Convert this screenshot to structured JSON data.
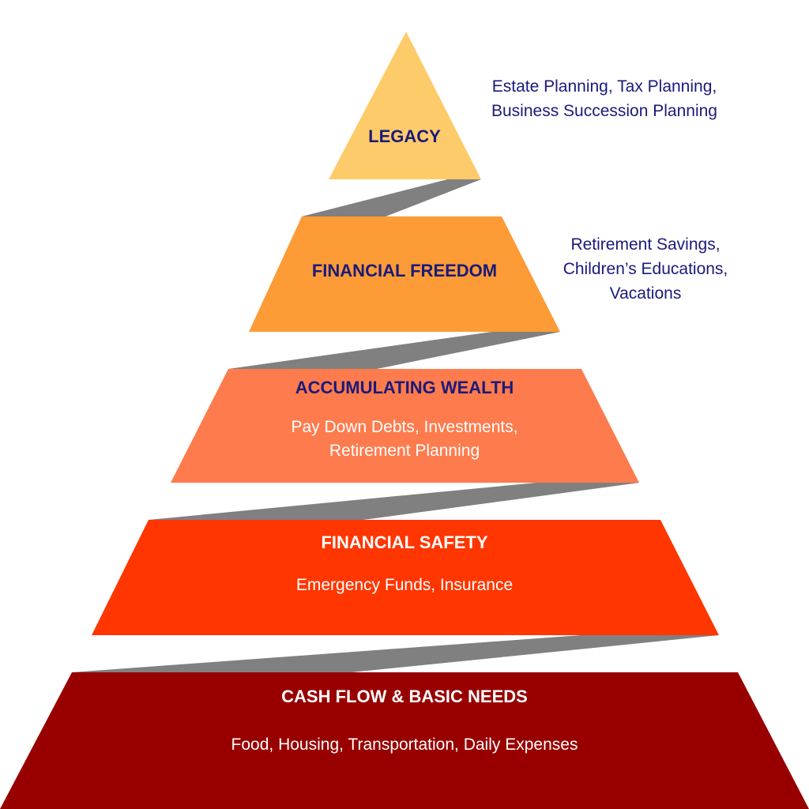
{
  "colors": {
    "connector": "#808080",
    "label_dark": "#1a1a7a",
    "label_light": "#ffffff"
  },
  "tiers": [
    {
      "id": "legacy",
      "title": "LEGACY",
      "description": [],
      "side_note": [
        "Estate Planning, Tax Planning,",
        "Business Succession Planning"
      ],
      "fill": "#fecb6a",
      "text_color": "#1a1a7a"
    },
    {
      "id": "financial-freedom",
      "title": "FINANCIAL FREEDOM",
      "description": [],
      "side_note": [
        "Retirement Savings,",
        "Children’s Educations,",
        "Vacations"
      ],
      "fill": "#fd9b36",
      "text_color": "#1a1a7a"
    },
    {
      "id": "accumulating-wealth",
      "title": "ACCUMULATING WEALTH",
      "description": [
        "Pay Down Debts, Investments,",
        "Retirement Planning"
      ],
      "side_note": [],
      "fill": "#fe7b4d",
      "text_color": "#1a1a7a",
      "desc_color": "#ffffff"
    },
    {
      "id": "financial-safety",
      "title": "FINANCIAL SAFETY",
      "description": [
        "Emergency Funds, Insurance"
      ],
      "side_note": [],
      "fill": "#ff3600",
      "text_color": "#ffffff",
      "desc_color": "#ffffff"
    },
    {
      "id": "cash-flow",
      "title": "CASH FLOW & BASIC NEEDS",
      "description": [
        "Food, Housing, Transportation, Daily Expenses"
      ],
      "side_note": [],
      "fill": "#980000",
      "text_color": "#ffffff",
      "desc_color": "#ffffff"
    }
  ]
}
